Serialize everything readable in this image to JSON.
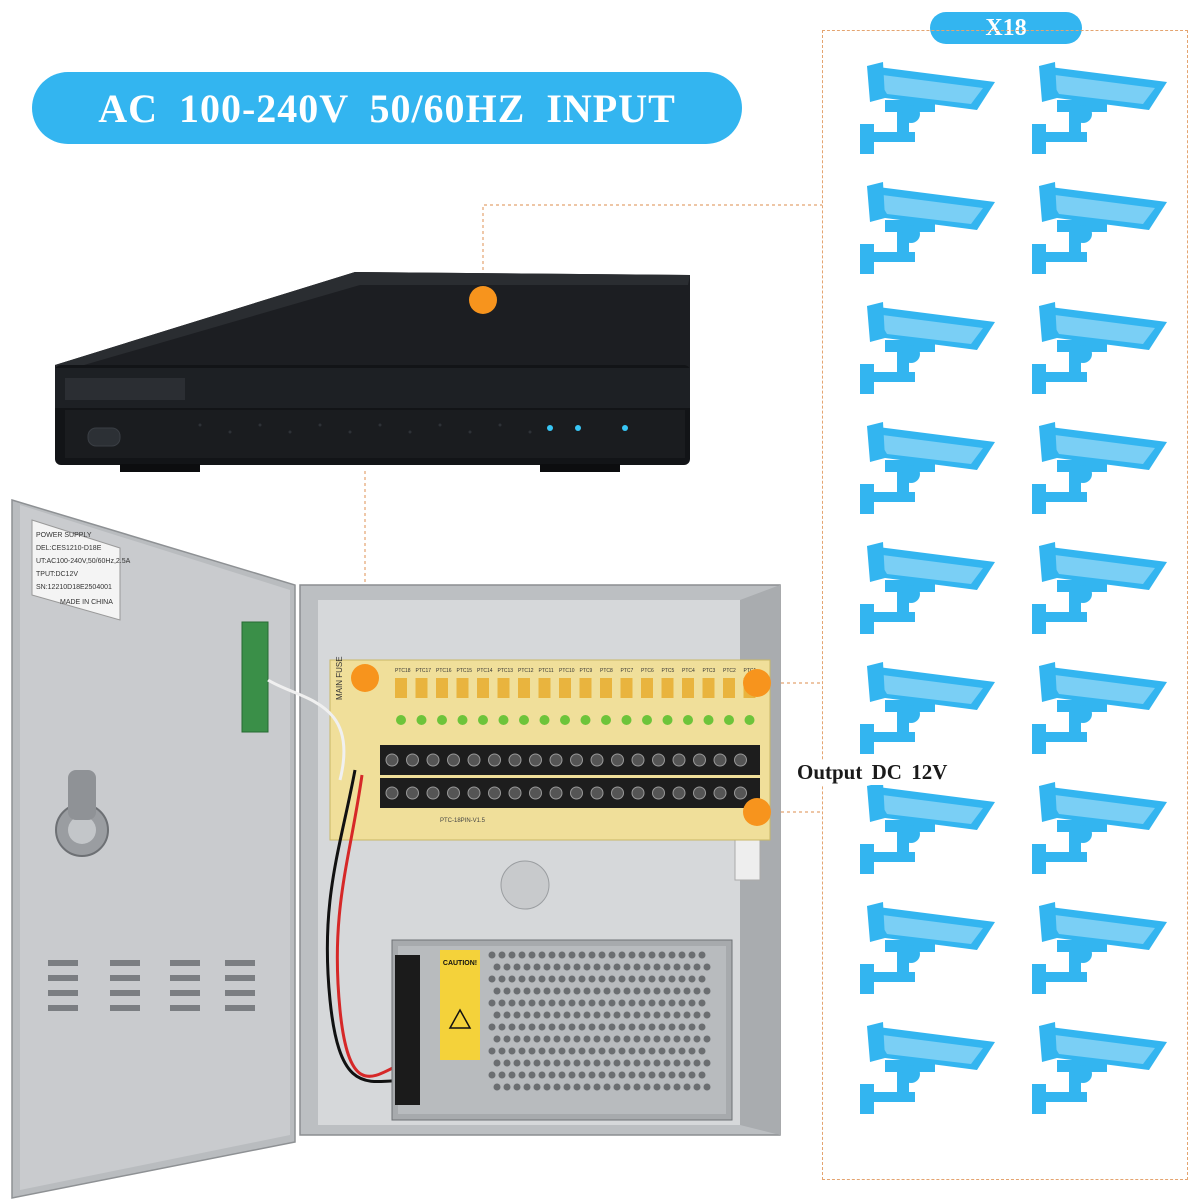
{
  "banner": {
    "input_text": "AC 100-240V 50/60HZ INPUT"
  },
  "badge": {
    "quantity": "X18"
  },
  "output": {
    "label": "Output DC 12V"
  },
  "cameras": {
    "count": 18,
    "icon": "cctv-camera-icon",
    "color": "#33b5f0"
  },
  "enclosure_label": {
    "lines": [
      "POWER SUPPLY",
      "DEL:CES1210-D18E",
      "UT:AC100-240V,50/60Hz,2.5A",
      "TPUT:DC12V",
      "SN:12210D18E2504001",
      "MADE IN CHINA"
    ]
  },
  "board": {
    "main_fuse": "MAIN FUSE",
    "model": "PTC-18PIN-V1.5",
    "ptc_labels": [
      "PTC18",
      "PTC17",
      "PTC16",
      "PTC15",
      "PTC14",
      "PTC13",
      "PTC12",
      "PTC11",
      "PTC10",
      "PTC9",
      "PTC8",
      "PTC7",
      "PTC6",
      "PTC5",
      "PTC4",
      "PTC3",
      "PTC2",
      "PTC1"
    ]
  },
  "psu": {
    "caution_title": "CAUTION!"
  },
  "colors": {
    "accent": "#33b5f0",
    "callout_dot": "#f7941d",
    "leader_line": "#e4a470"
  }
}
